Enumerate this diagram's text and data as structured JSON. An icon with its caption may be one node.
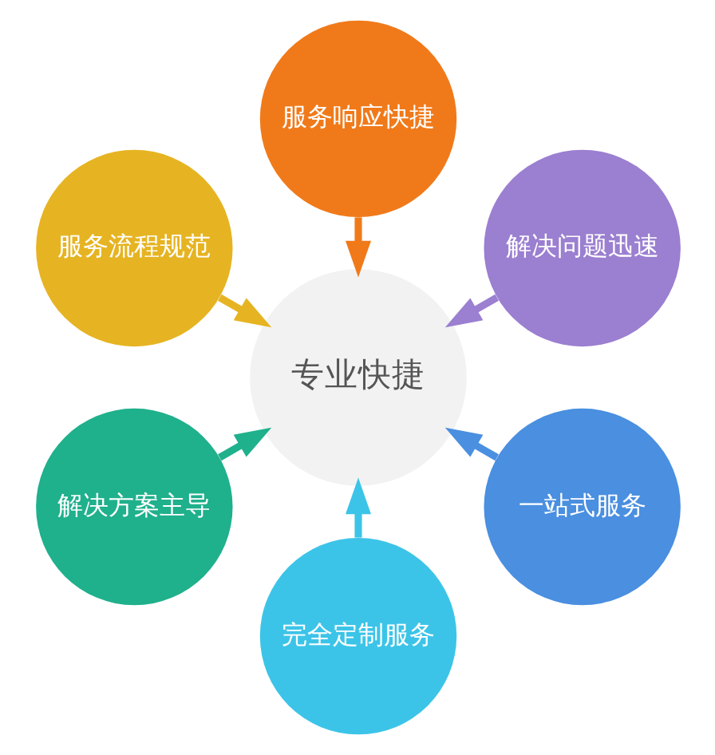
{
  "diagram": {
    "nodes": [
      {
        "text": [
          "专业快捷"
        ]
      },
      {
        "text": [
          "一站式服务"
        ]
      },
      {
        "text": [
          "完全定制服务"
        ]
      },
      {
        "text": [
          "解决方案主导"
        ]
      },
      {
        "text": [
          "服务流程规范"
        ]
      },
      {
        "text": [
          "服务响应快捷"
        ]
      },
      {
        "text": [
          "解决问题迅速"
        ]
      }
    ],
    "edges": [
      {
        "from": 1,
        "to": 0,
        "arrow": "to",
        "color": "#4a8fe0"
      },
      {
        "from": 2,
        "to": 0,
        "arrow": "to",
        "color": "#3cc4e8"
      },
      {
        "from": 3,
        "to": 0,
        "arrow": "to",
        "color": "#1fb08c"
      },
      {
        "from": 4,
        "to": 0,
        "arrow": "to",
        "color": "#e6b422"
      },
      {
        "from": 5,
        "to": 0,
        "arrow": "to",
        "color": "#f07a1a"
      },
      {
        "from": 6,
        "to": 0,
        "arrow": "to",
        "color": "#9b7fd0"
      }
    ]
  }
}
